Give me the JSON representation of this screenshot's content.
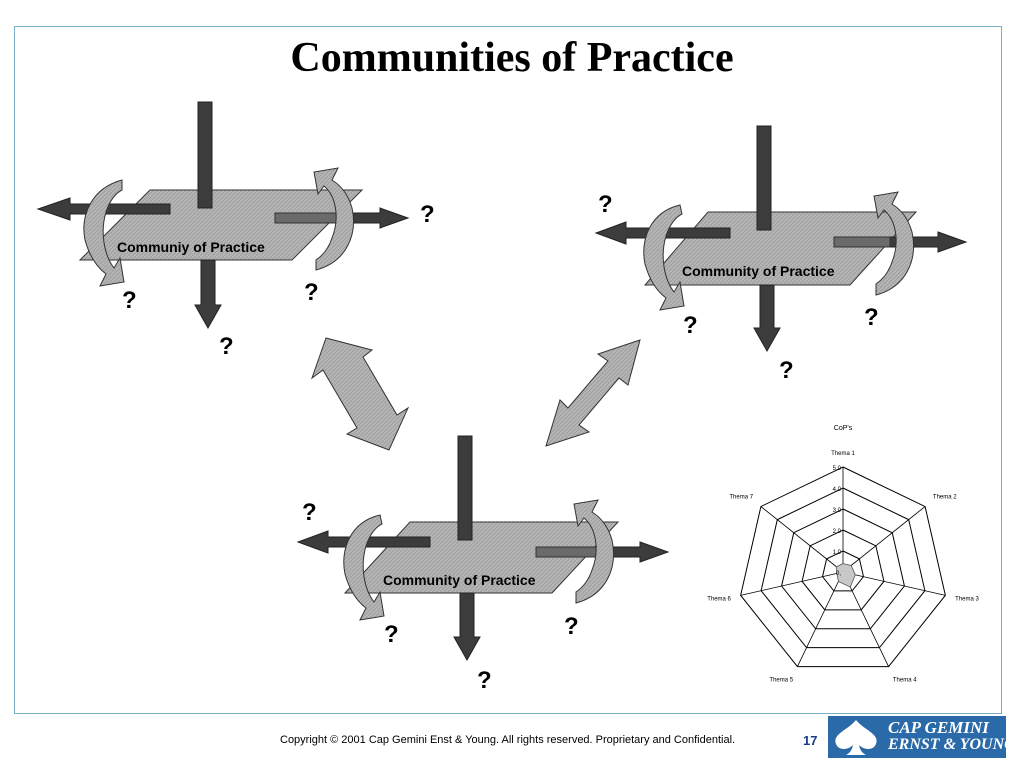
{
  "slide": {
    "title": "Communities of Practice",
    "page_number": "17",
    "copyright": "Copyright © 2001 Cap Gemini Enst & Young.  All rights reserved. Proprietary and Confidential."
  },
  "logo": {
    "line1": "CAP GEMINI",
    "line2": "ERNST & YOUNG"
  },
  "communities": [
    {
      "label": "Communiy of Practice",
      "question": "?"
    },
    {
      "label": "Community of Practice",
      "question": "?"
    },
    {
      "label": "Community of Practice",
      "question": "?"
    }
  ],
  "chart_data": {
    "type": "radar",
    "title": "CoP's",
    "categories": [
      "Thema 1",
      "Thema 2",
      "Thema 3",
      "Thema 4",
      "Thema 5",
      "Thema 6",
      "Thema 7"
    ],
    "tick_labels": [
      "0,",
      "1,0",
      "2,0",
      "3,0",
      "4,0",
      "5,0"
    ],
    "range": [
      0,
      5
    ],
    "series": [
      {
        "values": [
          0.4,
          0.5,
          0.6,
          0.8,
          0.5,
          0.3,
          0.4
        ],
        "color": "#c8c8c8"
      }
    ]
  }
}
